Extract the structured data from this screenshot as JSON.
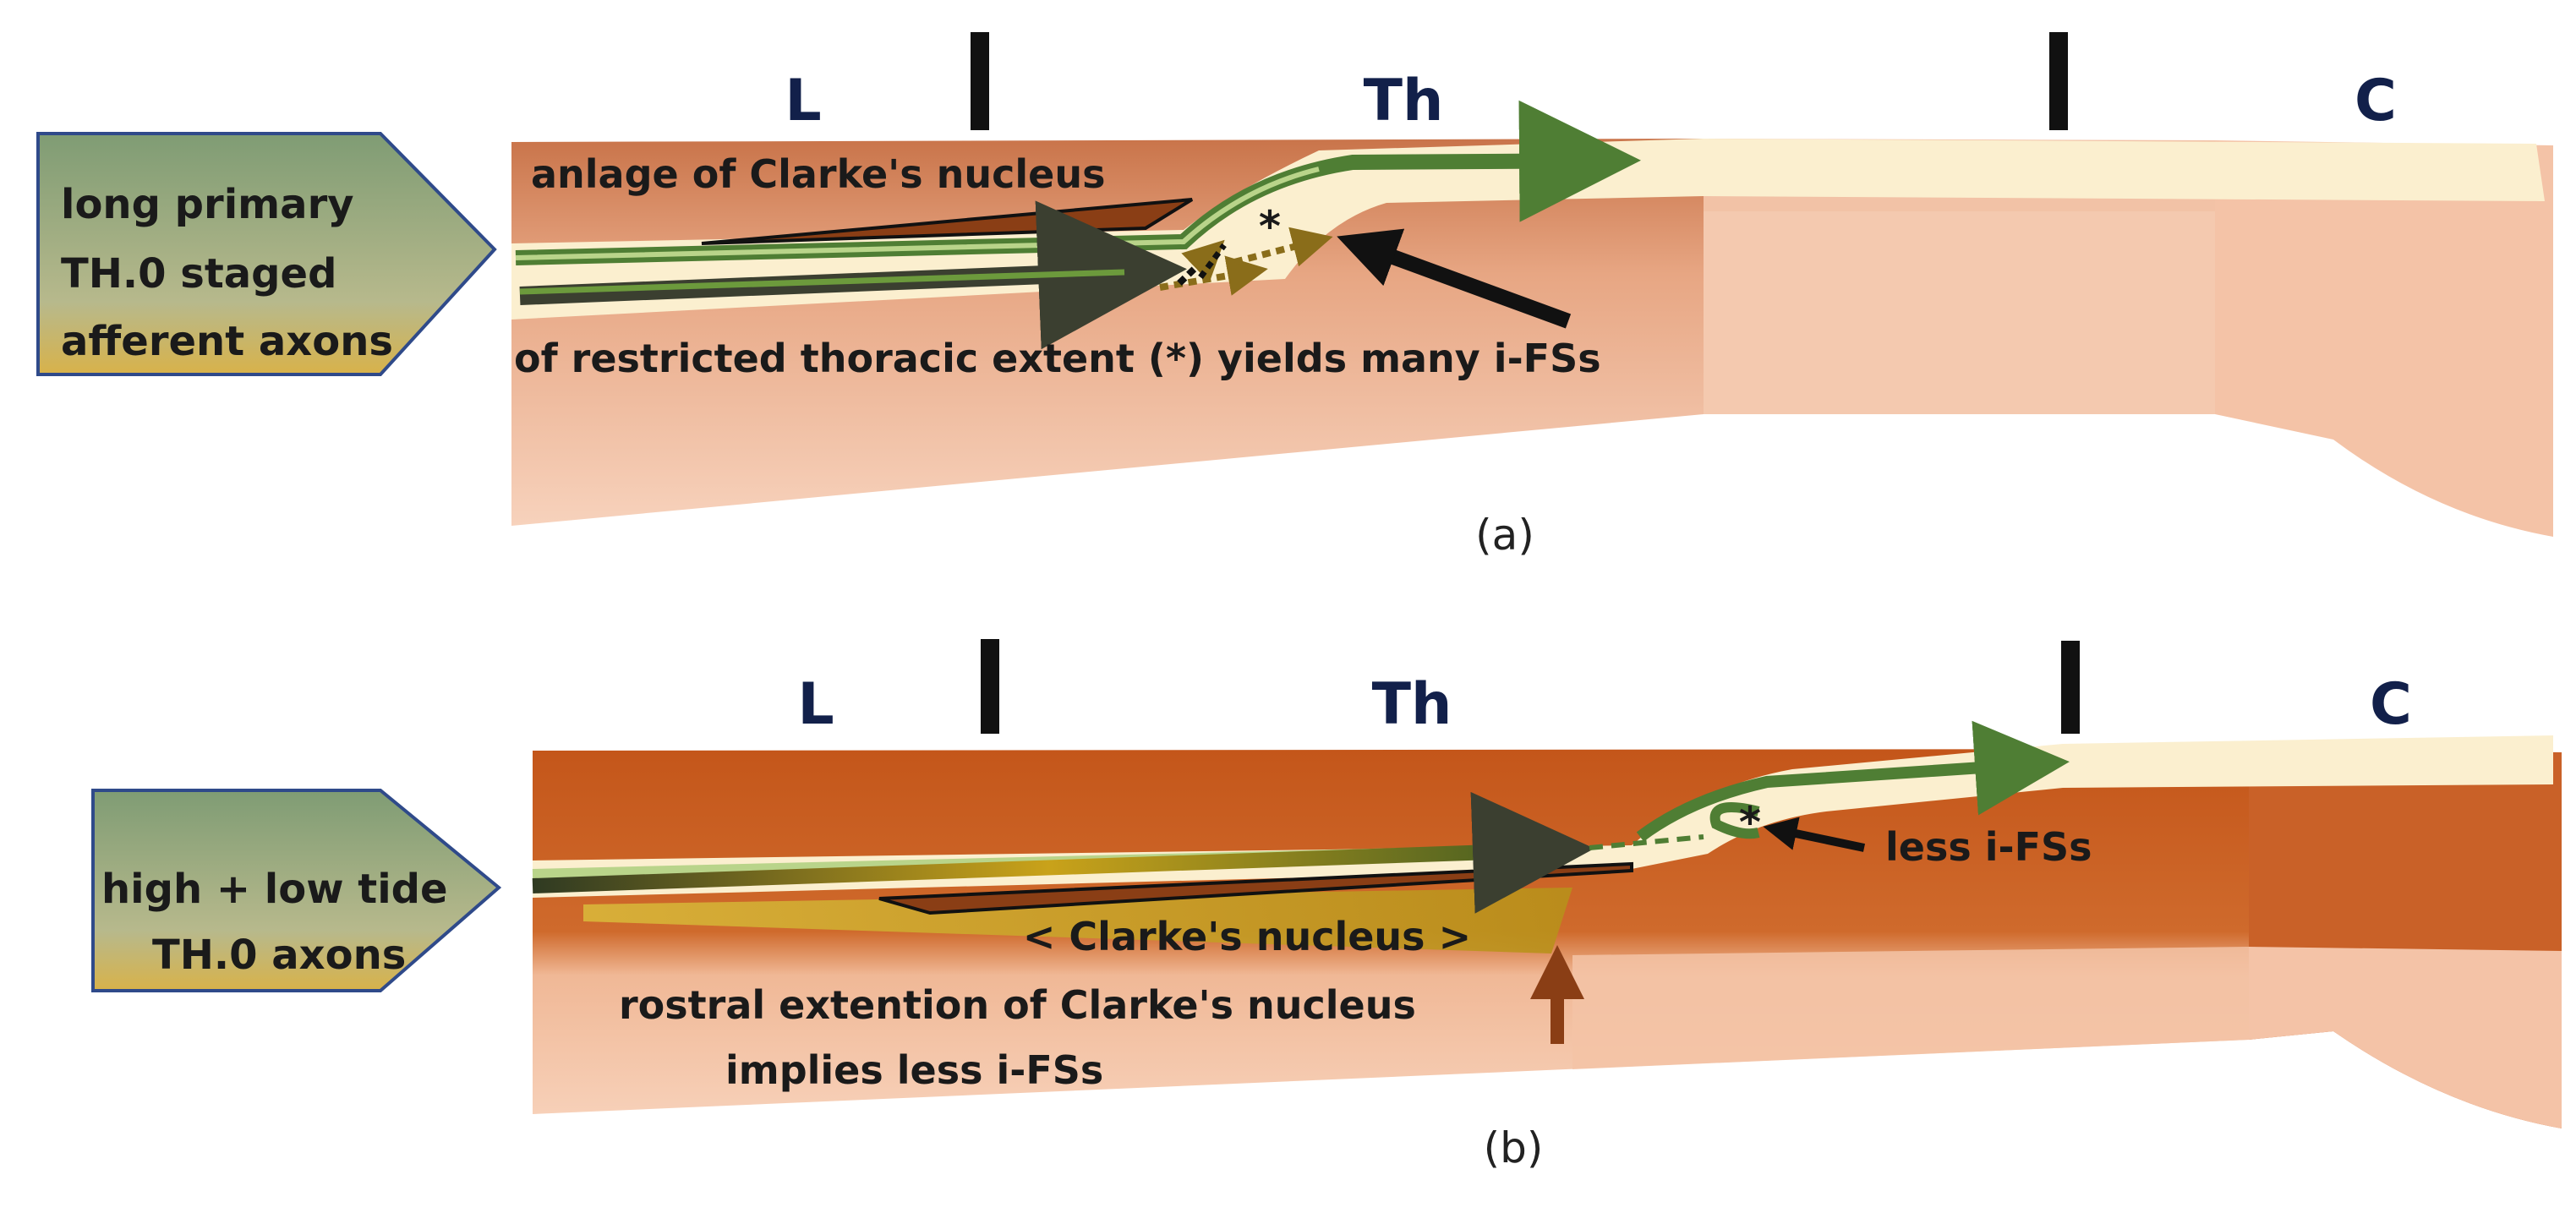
{
  "panel_a": {
    "caption": "(a)",
    "segments": {
      "lumbar": "L",
      "thoracic": "Th",
      "cervical": "C"
    },
    "side_tag": [
      "long primary",
      "TH.0 staged",
      "afferent axons"
    ],
    "top_label": "anlage of Clarke's nucleus",
    "asterisk": "*",
    "bottom_label": "of restricted thoracic extent (*) yields many i-FSs"
  },
  "panel_b": {
    "caption": "(b)",
    "segments": {
      "lumbar": "L",
      "thoracic": "Th",
      "cervical": "C"
    },
    "side_tag": [
      "high + low tide",
      "TH.0 axons"
    ],
    "asterisk": "*",
    "right_label": "less i-FSs",
    "nucleus_label": "<  Clarke's nucleus  >",
    "bottom_label": [
      "rostral extention of Clarke's nucleus",
      "implies less i-FSs"
    ]
  },
  "colors": {
    "cord_dark": "#c45a1e",
    "cord_mid": "#e7a07a",
    "cord_light": "#f6cdb2",
    "tract_cream": "#fbefcf",
    "axon_green": "#4f7e34",
    "axon_light_green": "#9cc46a",
    "axon_dark": "#3b3f30",
    "nucleus_brown": "#8a3e15",
    "tag_green": "#8ea77e",
    "tag_border": "#2f4a8a"
  }
}
